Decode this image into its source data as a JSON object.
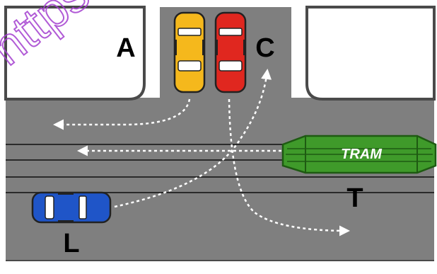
{
  "labels": {
    "corner_a": "A",
    "car_c": "C",
    "tram": "TRAM",
    "track_t": "T",
    "car_l": "L"
  },
  "watermark": {
    "text": "https"
  },
  "colors": {
    "road": "#7f7f7f",
    "curb": "#4a4a4a",
    "corner_fill": "#ffffff",
    "yellow_car": "#f5b81c",
    "red_car": "#e0271f",
    "blue_car": "#1f55c8",
    "tram_green": "#3f9a2a",
    "tram_dark": "#1e5a12",
    "rail": "#2a2a2a",
    "path": "#ffffff",
    "watermark": "#a43fd0"
  },
  "vehicles": [
    {
      "id": "yellow-car",
      "color": "yellow"
    },
    {
      "id": "red-car",
      "color": "red"
    },
    {
      "id": "blue-car",
      "color": "blue"
    },
    {
      "id": "tram",
      "color": "green"
    }
  ]
}
